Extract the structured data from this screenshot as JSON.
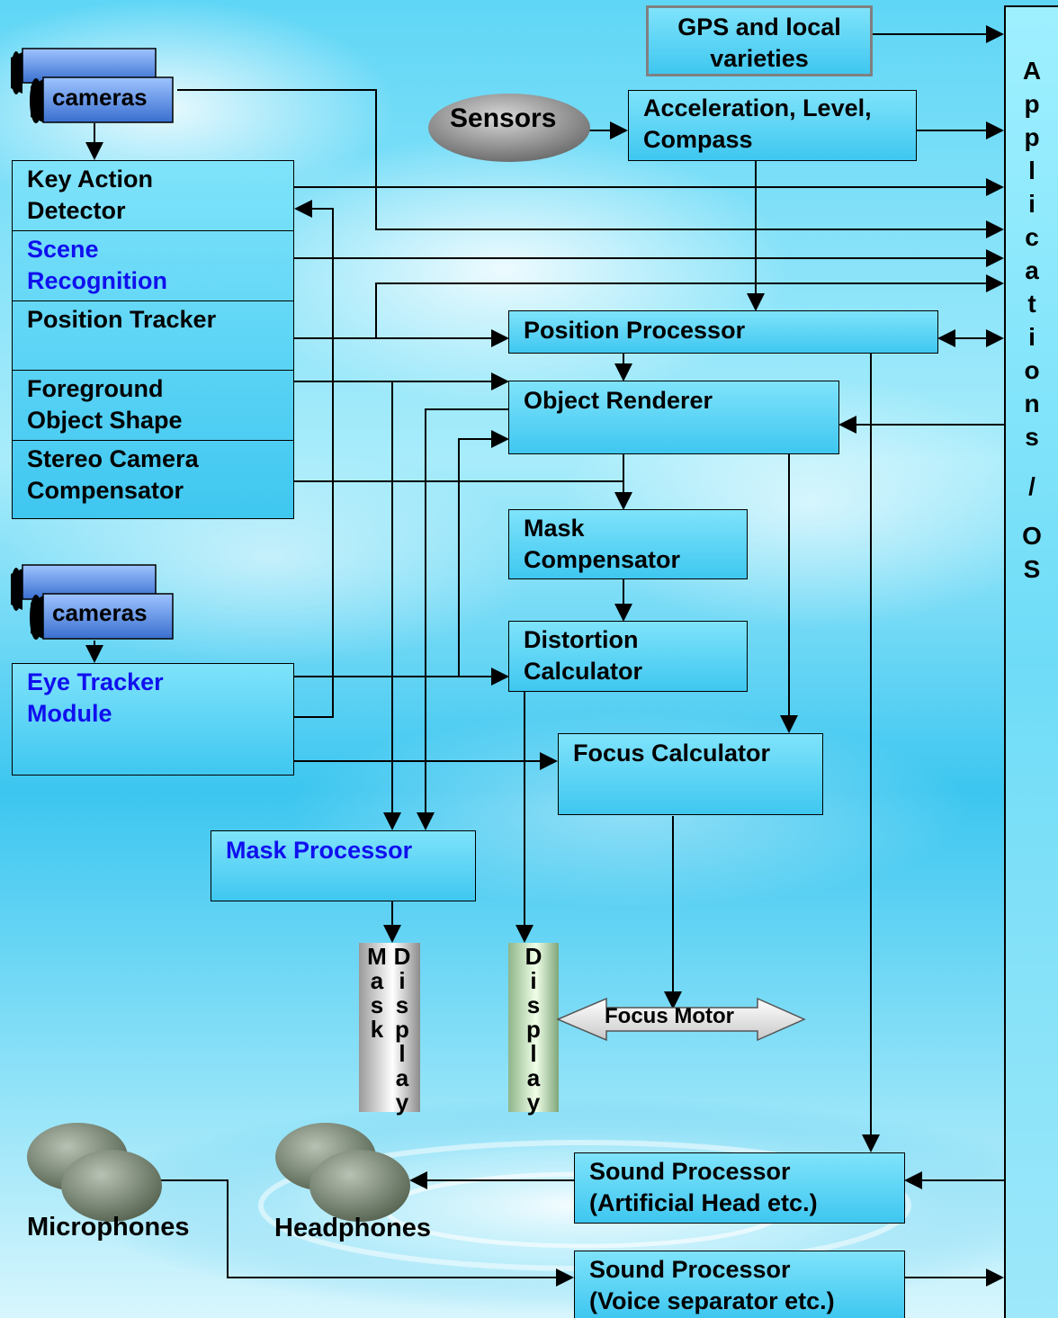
{
  "colors": {
    "box_fill": "#4dcdf2",
    "blue_text": "#1010ee",
    "sensor_fill": "#8a8a8a",
    "audio_fill": "#7b8a78"
  },
  "gps_box": "GPS and local\nvarieties",
  "sensors": "Sensors",
  "accel_box": "Acceleration, Level,\nCompass",
  "cameras_top": "cameras",
  "cameras_bottom": "cameras",
  "left_stack": [
    "Key Action\nDetector",
    "Scene\nRecognition",
    "Position Tracker",
    "Foreground\nObject Shape",
    "Stereo Camera\nCompensator"
  ],
  "eye_tracker": "Eye Tracker\nModule",
  "position_processor": "Position Processor",
  "object_renderer": "Object Renderer",
  "mask_compensator": "Mask\nCompensator",
  "distortion_calculator": "Distortion\nCalculator",
  "focus_calculator": "Focus Calculator",
  "mask_processor": "Mask Processor",
  "mask_display": {
    "left": "Mask",
    "right": "Display"
  },
  "display": "Display",
  "focus_motor": "Focus Motor",
  "applications": "Applications\n/\nOS",
  "microphones": "Microphones",
  "headphones": "Headphones",
  "sound_proc_1": "Sound Processor\n(Artificial Head etc.)",
  "sound_proc_2": "Sound Processor\n(Voice separator etc.)"
}
